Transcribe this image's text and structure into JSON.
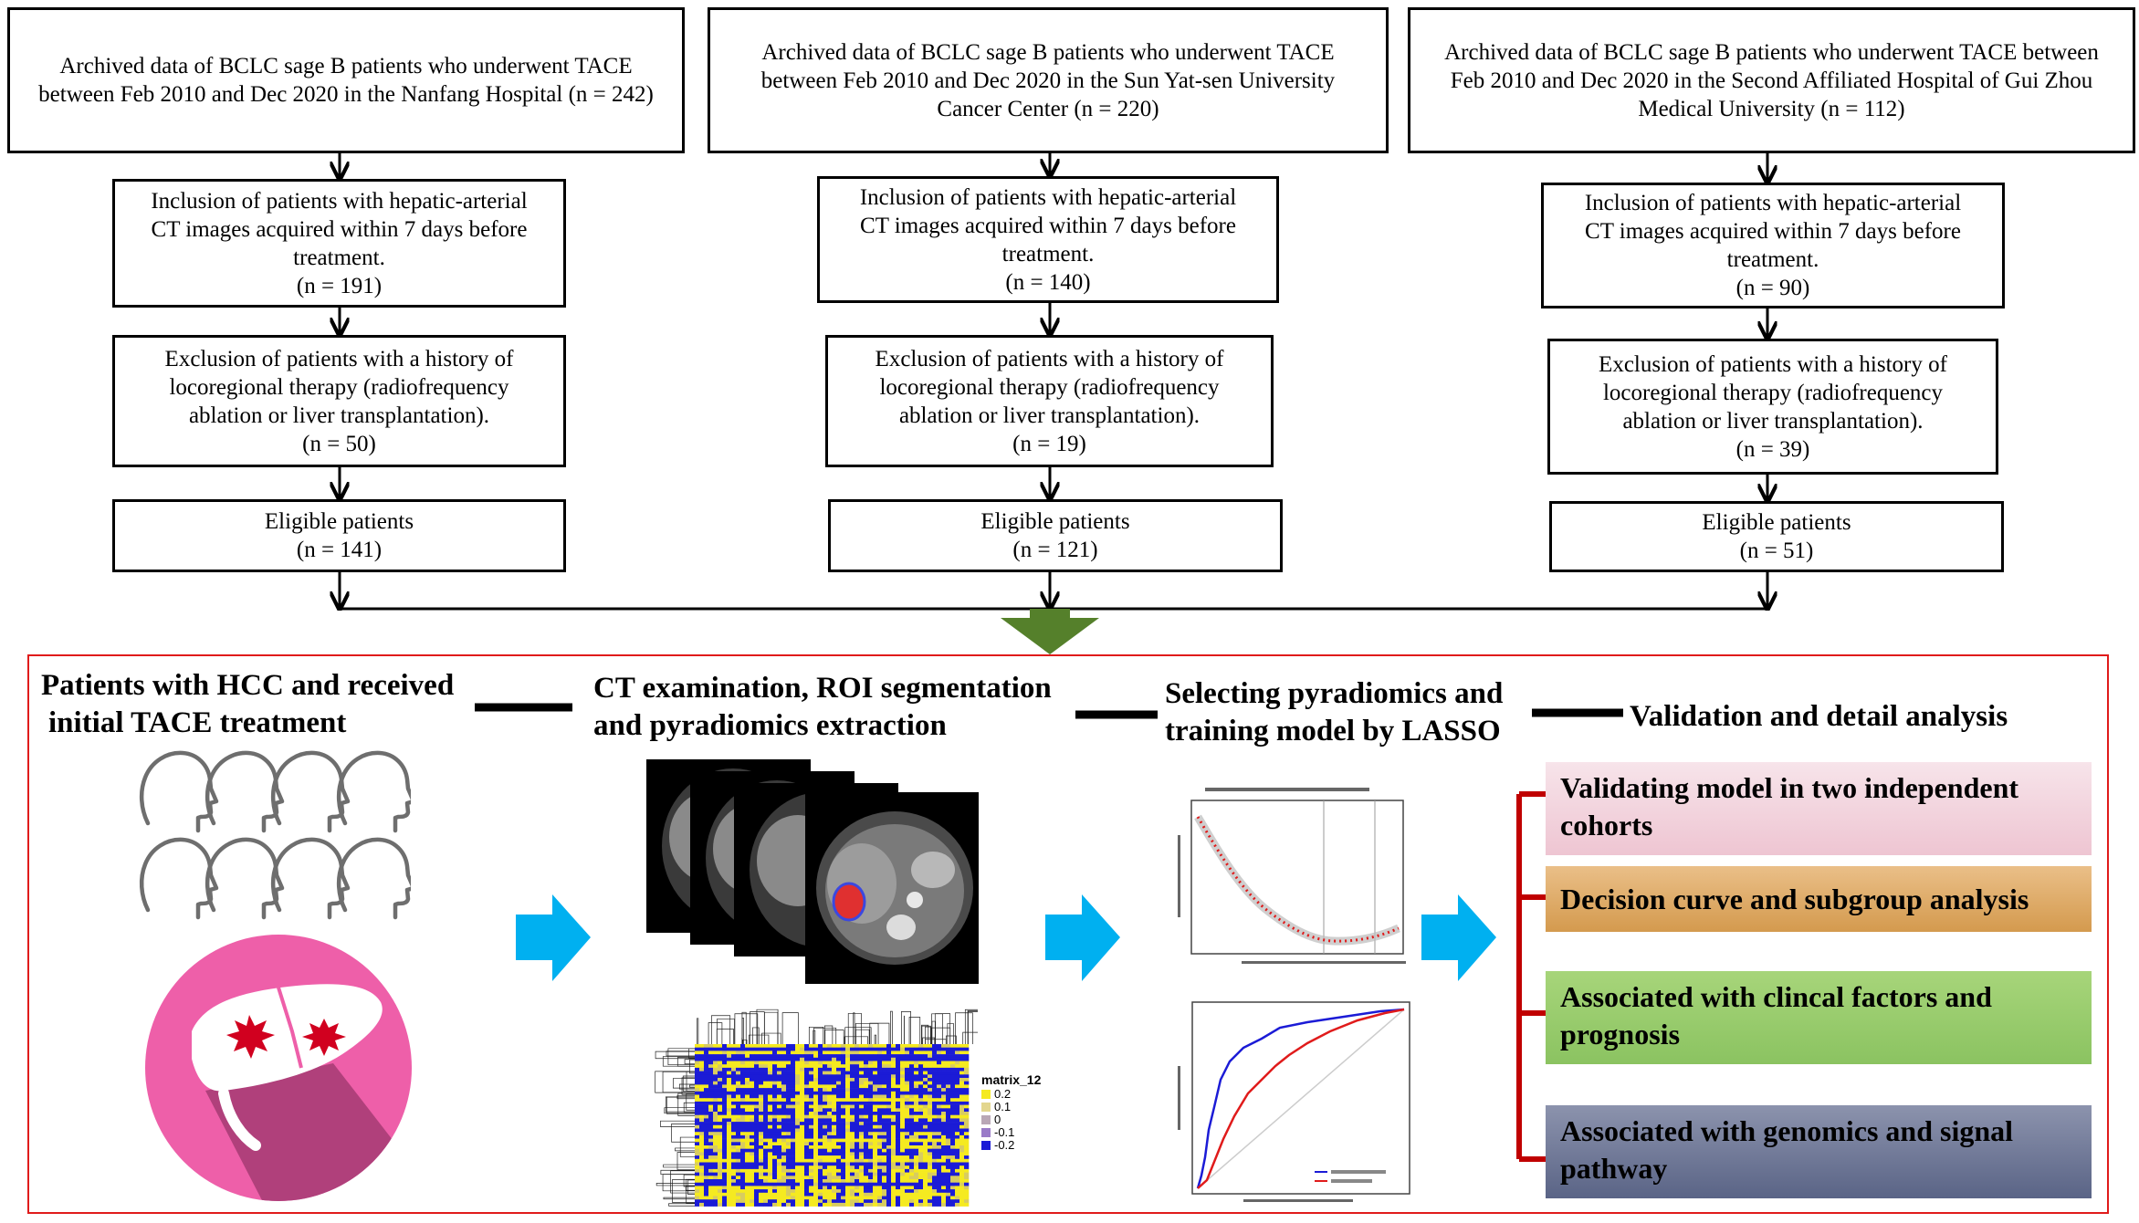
{
  "colors": {
    "panel_border": "#e01b1b",
    "down_arrow": "#55802b",
    "right_arrow": "#00b0f0",
    "bracket": "#c00000",
    "results": [
      "#f3d8e0",
      "#dca865",
      "#97c96a",
      "#6e7794"
    ]
  },
  "cohorts": [
    {
      "source": [
        "Archived data of BCLC sage B patients who underwent TACE",
        "between Feb 2010 and Dec 2020 in the Nanfang Hospital (n = 242)"
      ],
      "inclusion": [
        "Inclusion of patients with hepatic-arterial",
        "CT images acquired within 7 days before",
        "treatment.",
        "(n = 191)"
      ],
      "exclusion": [
        "Exclusion of patients with a history of",
        "locoregional therapy (radiofrequency",
        "ablation or liver transplantation).",
        "(n = 50)"
      ],
      "eligible": [
        "Eligible patients",
        "(n = 141)"
      ]
    },
    {
      "source": [
        "Archived data of BCLC sage B patients who underwent TACE",
        "between Feb 2010 and Dec 2020 in the Sun Yat-sen University",
        "Cancer Center  (n = 220)"
      ],
      "inclusion": [
        "Inclusion of patients with hepatic-arterial",
        "CT images acquired within 7 days before",
        "treatment.",
        "(n = 140)"
      ],
      "exclusion": [
        "Exclusion of patients with a history of",
        "locoregional therapy (radiofrequency",
        "ablation or liver transplantation).",
        "(n = 19)"
      ],
      "eligible": [
        "Eligible patients",
        "(n = 121)"
      ]
    },
    {
      "source": [
        "Archived data of BCLC sage B patients who underwent TACE between",
        "Feb 2010 and Dec 2020 in the Second Affiliated Hospital of Gui Zhou",
        "Medical University  (n = 112)"
      ],
      "inclusion": [
        "Inclusion of patients with hepatic-arterial",
        "CT images acquired within 7 days before",
        "treatment.",
        "(n = 90)"
      ],
      "exclusion": [
        "Exclusion of patients with a history of",
        "locoregional therapy (radiofrequency",
        "ablation or liver transplantation).",
        "(n = 39)"
      ],
      "eligible": [
        "Eligible patients",
        "(n = 51)"
      ]
    }
  ],
  "workflow": {
    "step1": [
      "Patients with HCC and received",
      "initial TACE treatment"
    ],
    "step2": [
      "CT examination, ROI segmentation",
      "and pyradiomics extraction"
    ],
    "step3": [
      "Selecting pyradiomics and",
      "training model by LASSO"
    ],
    "step4": "Validation and detail analysis"
  },
  "heatmap": {
    "title": "matrix_12",
    "legend": [
      "0.2",
      "0.1",
      "0",
      "-0.1",
      "-0.2"
    ]
  },
  "results": [
    [
      "Validating model in two independent",
      "cohorts"
    ],
    [
      "Decision curve and subgroup analysis"
    ],
    [
      "Associated with clincal  factors and",
      "prognosis"
    ],
    [
      "Associated with genomics and signal",
      "pathway"
    ]
  ]
}
